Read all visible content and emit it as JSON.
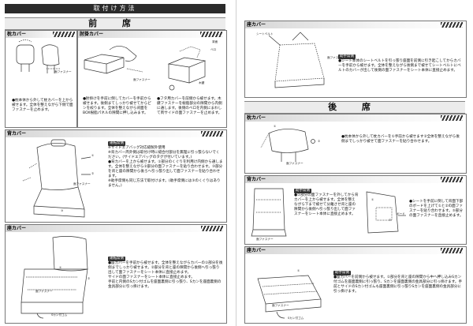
{
  "title": "取付け方法",
  "front": {
    "heading": "前 席",
    "headrest": {
      "label": "枕カバー",
      "text": "●枕本体から外して枕カバーを上から被せます。全体を整えながら下側で面ファスナーを止めます。",
      "fastener_label": "面ファスナー"
    },
    "armrest": {
      "label": "肘掛カバー",
      "text_left": "●肘掛けを手前に倒してカバーを手前から被せます。後側まてしっかり被せてからピンを絞ります。全体を整えながら背面をBOX樹脂パネルの隙間に押し込みます。",
      "text_right": "●フタ用カバーを前側から被せます。木鍵ファスナーを樹脂部分の隙間から内側に通します。後側のベロを内側にまわして両サイドの面ファスナーを止めます。",
      "label_fastener": "面ファスナー",
      "label_wood": "木鍵",
      "label_beru": "ベロ",
      "label_back": "背面"
    },
    "backrest": {
      "label": "背カバー",
      "badge": "運転席側",
      "lines": [
        "※サイドエアバッグ対応縫製外使用",
        "※背カバー両外側は取付け時に縫合付部分を無理に引っ張らないでください。(サイドエアバッグのタグが付いています。)",
        "●背カバーを上から被せます。①部分のくぐりを利用け内側から通します。全体を整えながら②部分の面ファスナーを貼り合わせます。③部分を背と座の隙間から後ろへ引っ張り出して面ファスナーを貼り合わせます。",
        "※助手席側も同じ方法で取付けます。(助手席側には③のくぐりはありません。)"
      ],
      "label_fastener": "面ファスナー",
      "label_1": "①",
      "label_2": "②",
      "label_3": "③"
    },
    "seat": {
      "label": "座カバー",
      "badge": "運転席側",
      "lines": [
        "●座カバーを手前から被せます。全体を整えながらカバーの①部分を後側までしっかり被せます。②部分を背と座の隙間から後側へ引っ張り出して面ファスナーをシート本体に直接止めます。",
        "サイドの面ファスナーをシート本体に直接止めます。",
        "手前と内側のSカン付ゴムを座面裏側に引っ張り、Sカンを座面裏側の金具部分に引っ掛けます。"
      ],
      "label_fastener": "面ファスナー",
      "label_hook": "Sカン付ゴム",
      "label_1": "①",
      "label_2": "②"
    }
  },
  "right": {
    "seat_cover_top": {
      "label": "座カバー",
      "badge": "助手席側",
      "text": "●シート本体のシートベルトを引っ張り座面を前側に引き起こしてからカバーを手前から被せます。全体を整えながら後側まで被せてシートベルトにベルトのカバーが出して後側の面ファスナーをシート本体に直接止めます。",
      "label_belt": "シートベルト",
      "label_fastener": "面ファスナー"
    },
    "rear": {
      "heading": "後 席",
      "headrest": {
        "label": "枕カバー",
        "text": "●枕本体から外して枕カバーを①手前から被せます②全体を整えながら後側までしっかり被せて面ファスナーを貼り合わせます。",
        "label_1": "①",
        "label_2": "②",
        "label_fastener": "面ファスナー"
      },
      "backrest": {
        "label": "背カバー",
        "badge": "助手席側",
        "text_left": "●①部分の面ファスナーを外してから背カバーを上から被せます。全体を整えながら下まで被せて分離させ背と座の隙間から後側へ引っ張り出して面ファスナーをシート本体に直接止めます。",
        "text_right": "●シートを手前に倒して背面下部のボードを上げて①と②の面ファスナーを貼り合わせます。⑤部分の面ファスナーを直接止めます。",
        "label_fastener": "面ファスナー",
        "label_board": "ボード",
        "label_1": "①",
        "label_2": "②"
      },
      "seat": {
        "label": "座カバー",
        "badge": "助手席側",
        "text": "●座カバーを前側から被せます。①部分を背と座の隙間から中へ押し込みSカン付ゴムを座面裏側に引っ張り、Sカンを座面裏側の金具部分に引っ掛けます。手前とサイドのSカン付ゴムも座面裏側に引っ張りSカンを座面裏側の金具部分に引っ掛けます。",
        "label_fastener": "面ファスナー",
        "label_hook": "Sカン付ゴム",
        "label_1": "①"
      }
    }
  }
}
